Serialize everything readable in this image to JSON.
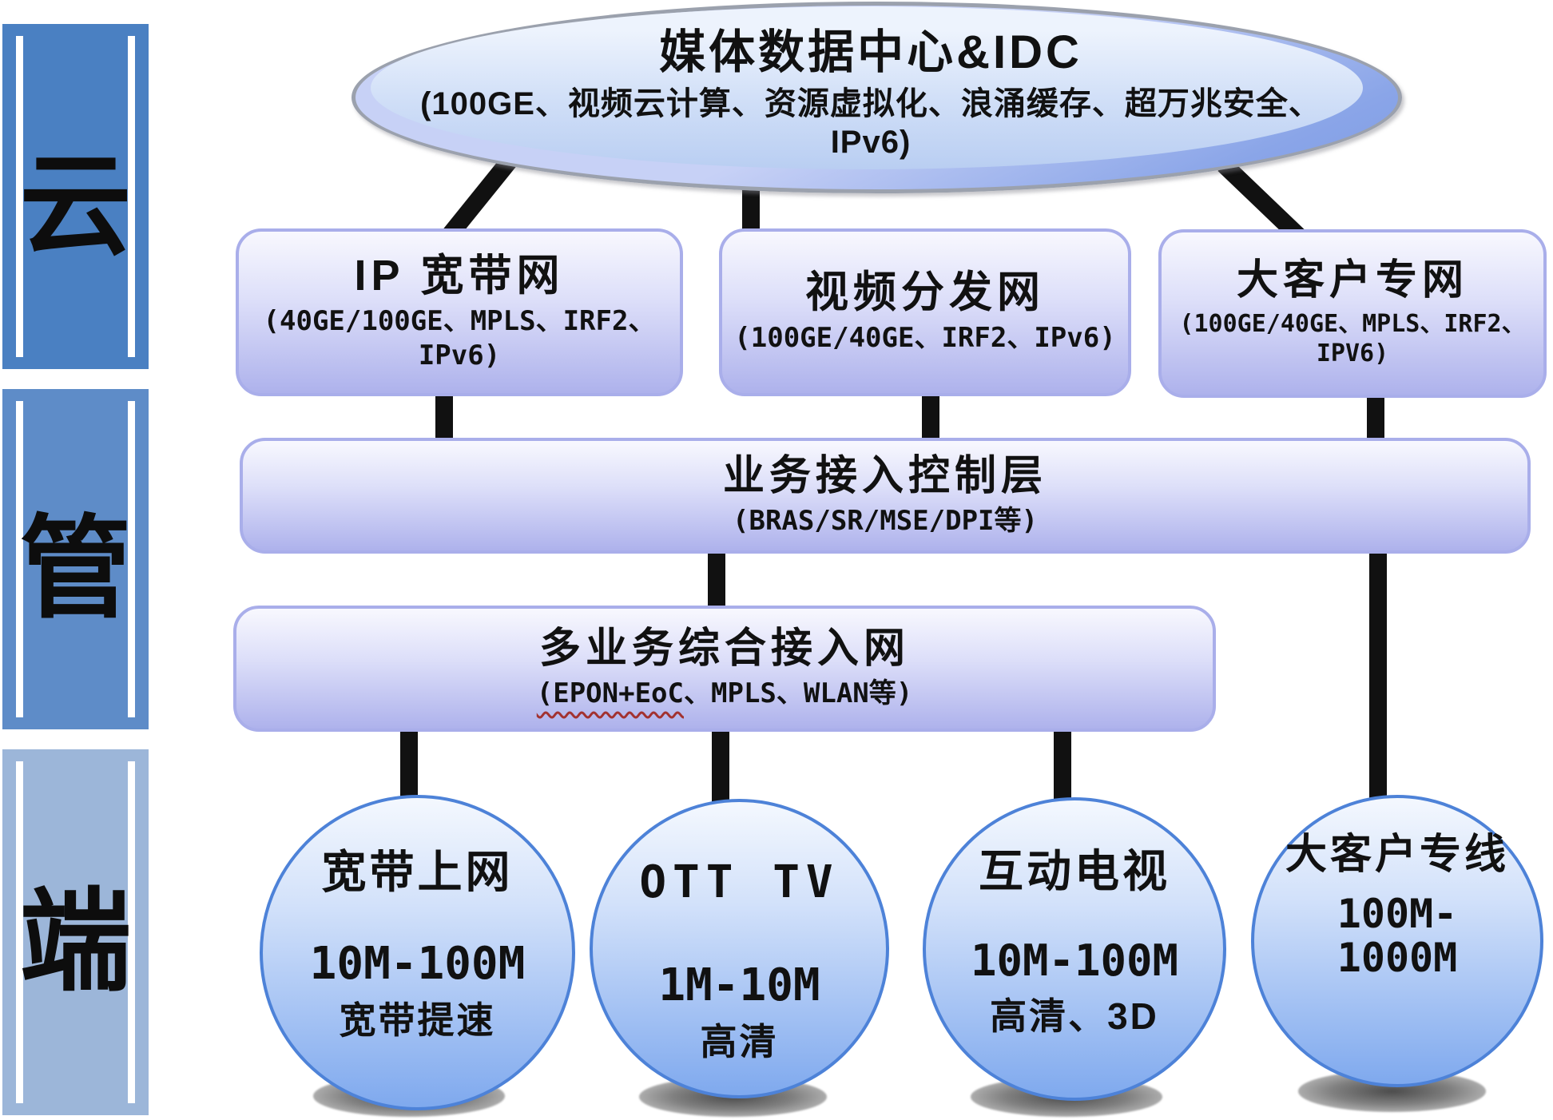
{
  "sidebar": {
    "items": [
      {
        "label": "云"
      },
      {
        "label": "管"
      },
      {
        "label": "端"
      }
    ]
  },
  "cloud": {
    "title": "媒体数据中心&IDC",
    "subtitle": "(100GE、视频云计算、资源虚拟化、浪涌缓存、超万兆安全、IPv6)"
  },
  "core_networks": [
    {
      "title": "IP 宽带网",
      "subtitle": "(40GE/100GE、MPLS、IRF2、IPv6)"
    },
    {
      "title": "视频分发网",
      "subtitle": "(100GE/40GE、IRF2、IPv6)"
    },
    {
      "title": "大客户专网",
      "subtitle": "(100GE/40GE、MPLS、IRF2、IPV6)"
    }
  ],
  "control_layer": {
    "title": "业务接入控制层",
    "subtitle": "(BRAS/SR/MSE/DPI等)"
  },
  "access_layer": {
    "title": "多业务综合接入网",
    "subtitle_wavy": "(EPON+EoC",
    "subtitle_rest": "、MPLS、WLAN等)"
  },
  "services": [
    {
      "title": "宽带上网",
      "speed": "10M-100M",
      "note": "宽带提速"
    },
    {
      "title": "OTT TV",
      "speed": "1M-10M",
      "note": "高清"
    },
    {
      "title": "互动电视",
      "speed": "10M-100M",
      "note": "高清、3D"
    },
    {
      "title": "大客户专线",
      "speed": "100M-1000M",
      "note": ""
    }
  ],
  "colors": {
    "sidebar_cloud": "#4a80c2",
    "sidebar_pipe": "#5e8cc8",
    "sidebar_terminal": "#9cb6d9",
    "box_fill_top": "#f8f8fe",
    "box_fill_bottom": "#aeb2ec",
    "box_border": "#a9aeea",
    "ellipse_outline": "#9ba1ad",
    "ellipse_ring": "#7e9ce4",
    "circle_border": "#4d82d8",
    "circle_fill_bottom": "#7fa9ee",
    "connector": "#111111",
    "wavy_underline": "#a23230"
  }
}
